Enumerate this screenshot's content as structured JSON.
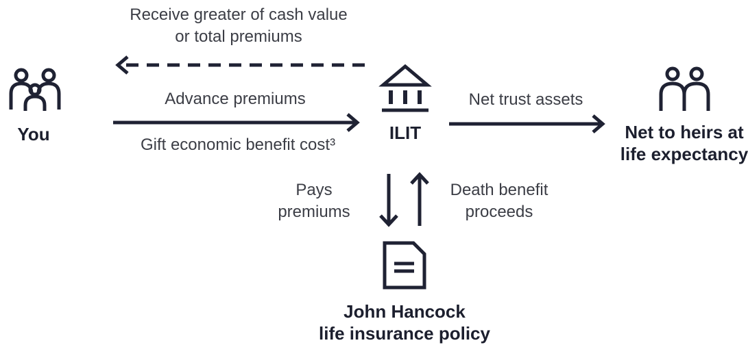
{
  "colors": {
    "ink": "#1f2233",
    "label": "#3b3d45",
    "background": "#ffffff"
  },
  "icons": {
    "you": "family-group-icon",
    "ilit": "bank-building-icon",
    "heirs": "two-people-icon",
    "policy": "document-icon"
  },
  "nodes": {
    "you": "You",
    "ilit": "ILIT",
    "heirs_line1": "Net to heirs at",
    "heirs_line2": "life expectancy",
    "policy_line1": "John Hancock",
    "policy_line2": "life insurance policy"
  },
  "edges": {
    "receive_line1": "Receive greater of cash value",
    "receive_line2": "or total premiums",
    "advance": "Advance premiums",
    "gift": "Gift economic benefit cost³",
    "net_trust": "Net trust assets",
    "pays_line1": "Pays",
    "pays_line2": "premiums",
    "death_line1": "Death benefit",
    "death_line2": "proceeds"
  }
}
